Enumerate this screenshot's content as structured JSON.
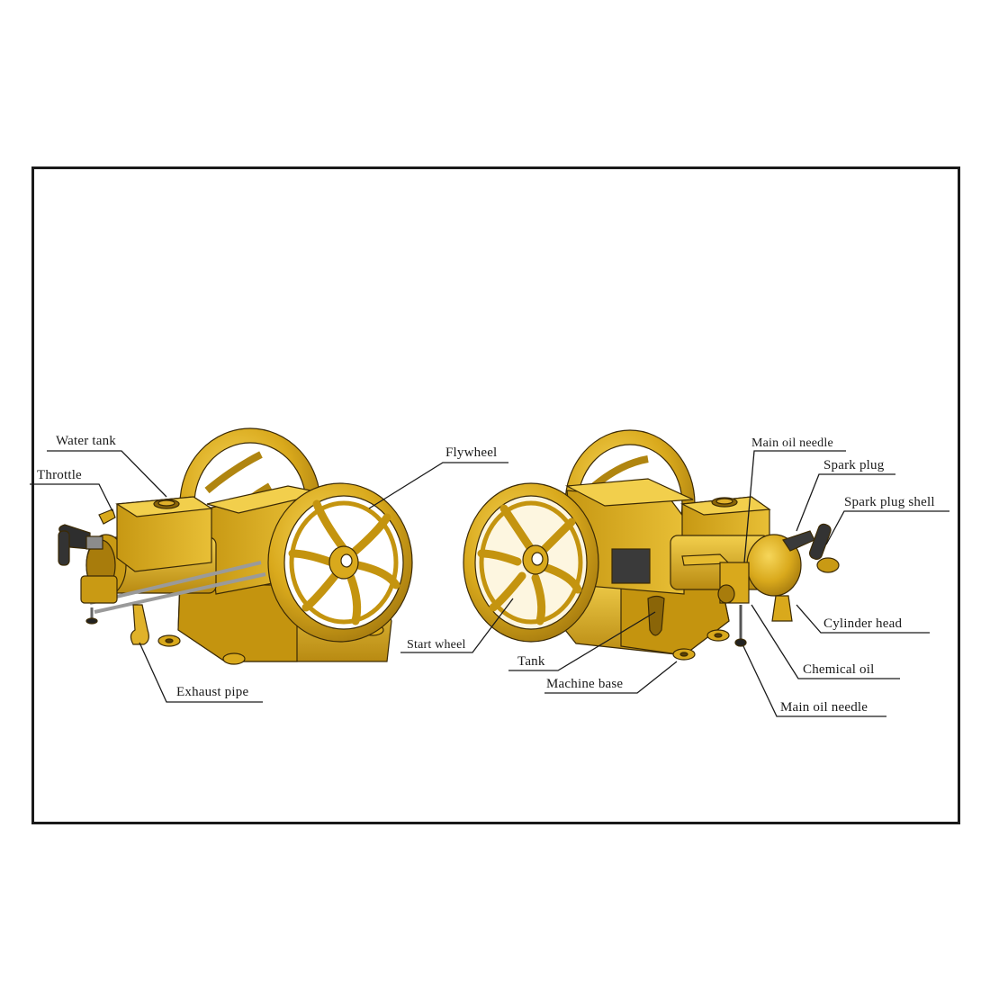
{
  "diagram": {
    "type": "labeled-assembly-illustration",
    "subject": "Horizontal hit-and-miss engine model (two views)",
    "colors": {
      "brass": "#d9a91c",
      "brass_light": "#f0cc4a",
      "brass_dark": "#8a6508",
      "rubber": "#3a3a3a",
      "line": "#1a1a1a",
      "frame": "#1a1a1a"
    },
    "left_view": {
      "labels": [
        {
          "id": "water-tank",
          "text": "Water tank"
        },
        {
          "id": "throttle",
          "text": "Throttle"
        },
        {
          "id": "flywheel",
          "text": "Flywheel"
        },
        {
          "id": "exhaust-pipe",
          "text": "Exhaust pipe"
        }
      ]
    },
    "right_view": {
      "labels": [
        {
          "id": "main-oil-needle-top",
          "text": "Main oil needle"
        },
        {
          "id": "spark-plug",
          "text": "Spark plug"
        },
        {
          "id": "spark-plug-shell",
          "text": "Spark plug shell"
        },
        {
          "id": "cylinder-head",
          "text": "Cylinder head"
        },
        {
          "id": "start-wheel",
          "text": "Start wheel"
        },
        {
          "id": "tank",
          "text": "Tank"
        },
        {
          "id": "machine-base",
          "text": "Machine base"
        },
        {
          "id": "chemical-oil",
          "text": "Chemical oil"
        },
        {
          "id": "main-oil-needle-bottom",
          "text": "Main oil needle"
        }
      ]
    }
  }
}
